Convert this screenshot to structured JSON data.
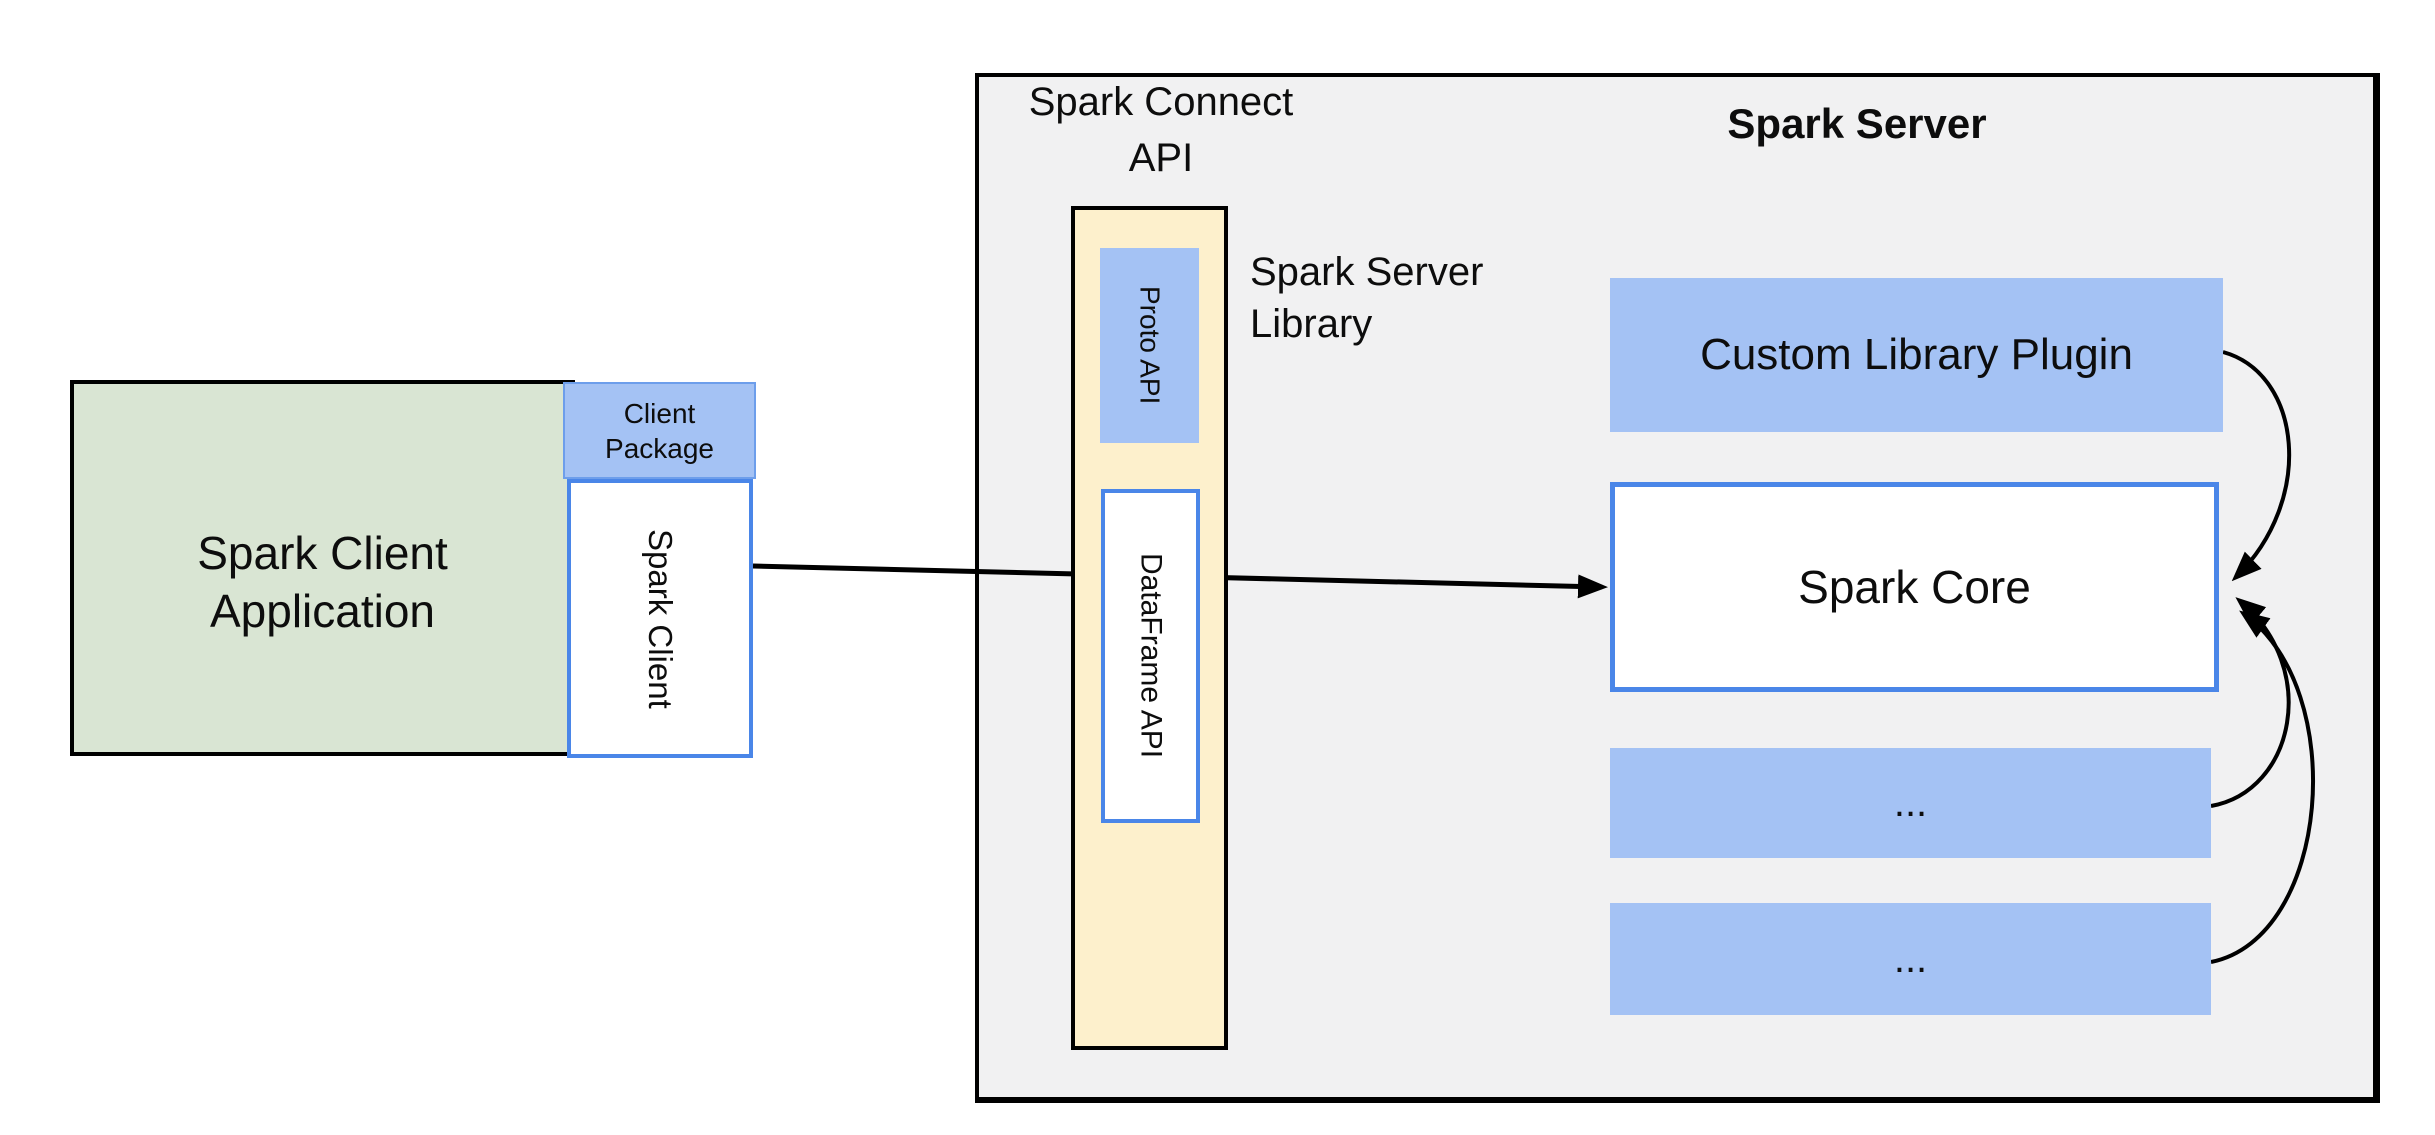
{
  "colors": {
    "panel_fill": "#f1f1f2",
    "green_fill": "#d9e5d3",
    "blue_fill": "#a4c2f4",
    "blue_border": "#4a86e8",
    "package_border": "#6d9eeb",
    "yellow_fill": "#fdf0cc",
    "line": "#000000"
  },
  "labels": {
    "connect_title": {
      "line1": "Spark Connect",
      "line2": "API"
    },
    "server_title": "Spark Server",
    "server_library": {
      "line1": "Spark Server",
      "line2": "Library"
    }
  },
  "nodes": {
    "client_app": {
      "line1": "Spark Client",
      "line2": "Application"
    },
    "client_package": {
      "line1": "Client",
      "line2": "Package"
    },
    "spark_client": {
      "label": "Spark Client"
    },
    "proto_api": {
      "label": "Proto API"
    },
    "dataframe_api": {
      "label": "DataFrame API"
    },
    "custom_plugin": {
      "label": "Custom Library Plugin"
    },
    "spark_core": {
      "label": "Spark Core"
    },
    "module1": {
      "label": "..."
    },
    "module2": {
      "label": "..."
    }
  }
}
